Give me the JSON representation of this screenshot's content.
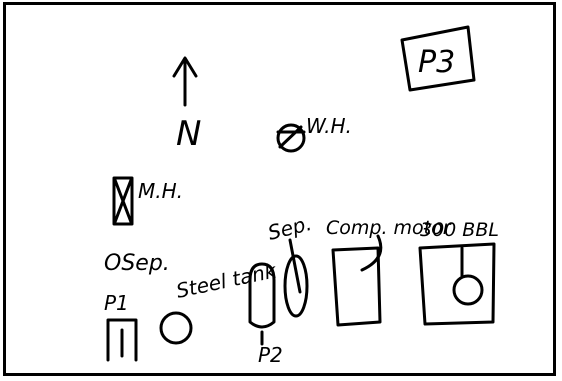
{
  "sketch": {
    "north_arrow": {
      "label": "N"
    },
    "labels": {
      "water_heater": "W.H.",
      "photo_ref": "P3",
      "manhole": "M.H.",
      "oil_separator": "OSep.",
      "p1": "P1",
      "steel_tank": "Steel tank",
      "p2": "P2",
      "separator": "Sep.",
      "compressor": "Comp. motor",
      "tank_300bbl": "300 BBL"
    },
    "ink_color": "#000000",
    "background_color": "#ffffff"
  }
}
